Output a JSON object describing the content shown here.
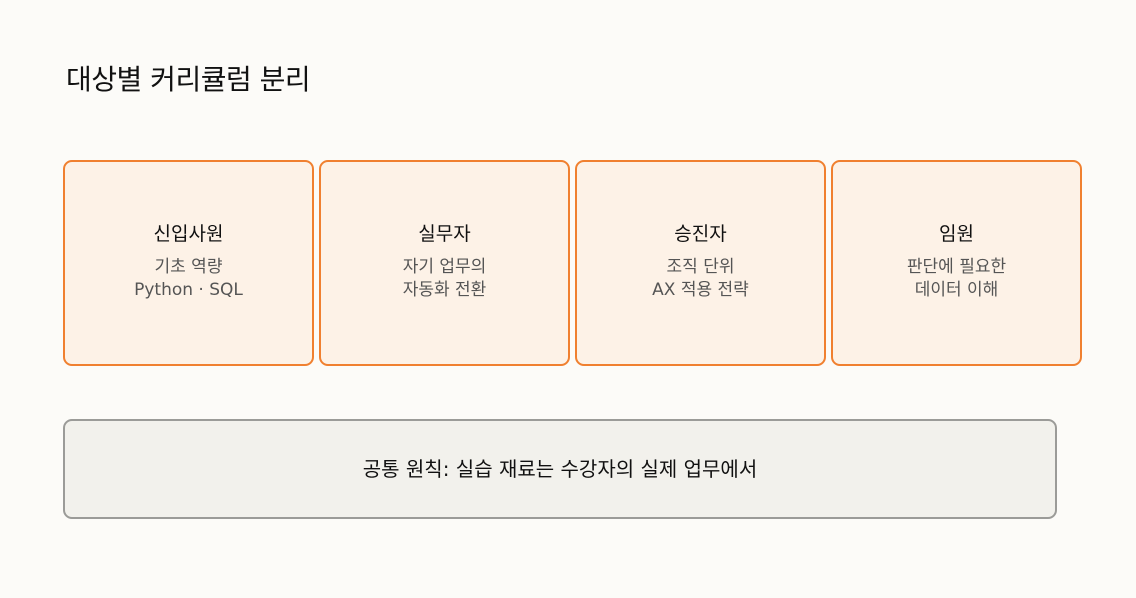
{
  "title": "대상별 커리큘럼 분리",
  "cards": [
    {
      "title": "신입사원",
      "line1": "기초 역량",
      "line2": "Python · SQL"
    },
    {
      "title": "실무자",
      "line1": "자기 업무의",
      "line2": "자동화 전환"
    },
    {
      "title": "승진자",
      "line1": "조직 단위",
      "line2": "AX 적용 전략"
    },
    {
      "title": "임원",
      "line1": "판단에 필요한",
      "line2": "데이터 이해"
    }
  ],
  "common": {
    "text": "공통 원칙: 실습 재료는 수강자의 실제 업무에서"
  },
  "colors": {
    "card_border": "#f08030",
    "card_fill": "#fdf2e7",
    "common_border": "#9b9b98",
    "common_fill": "#f2f1ec",
    "background": "#fcfbf8"
  }
}
